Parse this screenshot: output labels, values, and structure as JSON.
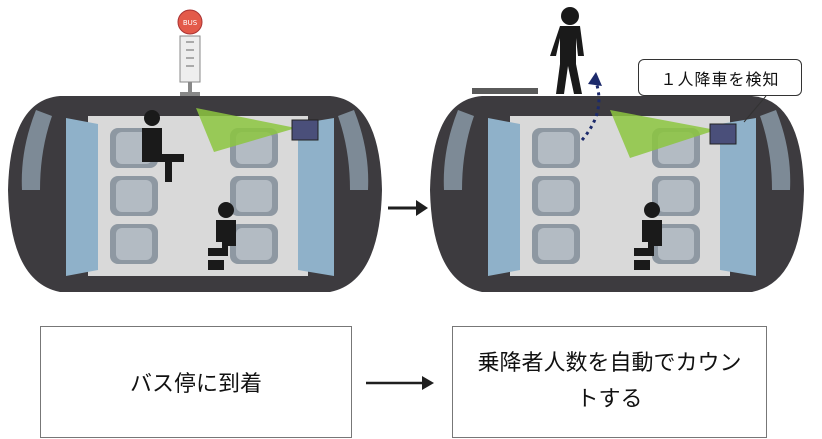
{
  "bus_stop_sign_text": "BUS",
  "callout_text": "１人降車を検知",
  "caption_left": "バス停に到着",
  "caption_right": "乗降者人数を自動でカウントする",
  "colors": {
    "car_body": "#3d3b3f",
    "floor": "#d9d9d9",
    "seat": "#9aa3ac",
    "door_glass": "#8fb1c9",
    "sensor_beam": "#8cc63f",
    "person": "#1a1a1a",
    "arrow": "#1f1f1f",
    "exit_arrow": "#1c2a6b"
  }
}
